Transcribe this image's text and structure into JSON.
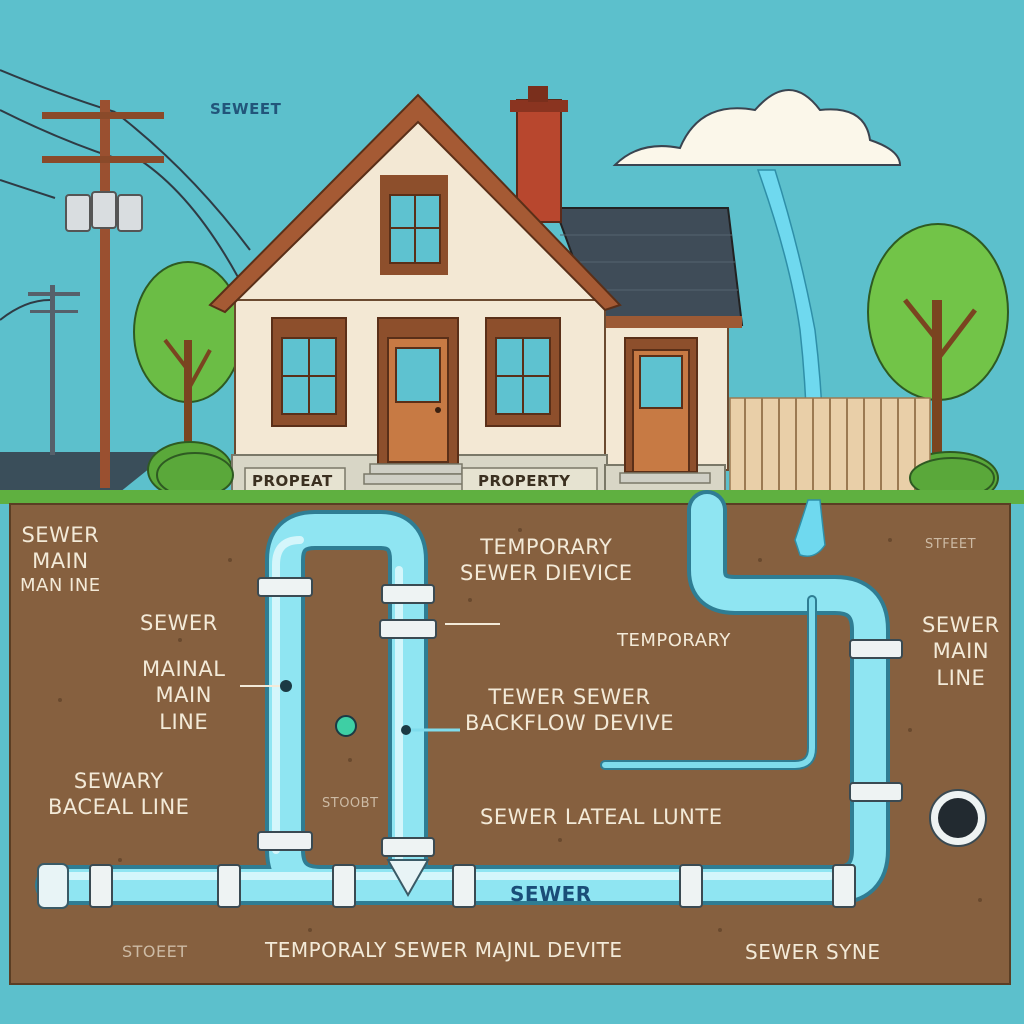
{
  "labels": {
    "sky_street": "SEWEET",
    "sign_left": "PROPEAT",
    "sign_right": "PROPERTY",
    "sewer_main_left": [
      "SEWER",
      "MAIN",
      "MAN INE"
    ],
    "sewer_left": "SEWER",
    "mainal_line": [
      "MAINAL",
      "MAIN",
      "LINE"
    ],
    "sewary_line": [
      "SEWARY",
      "BACEAL LINE"
    ],
    "temp_sewer_device": [
      "TEMPORARY",
      "SEWER DIEVICE"
    ],
    "temporary": "TEMPORARY",
    "backflow": [
      "TEWER SEWER",
      "BACKFLOW DEVIVE"
    ],
    "lateral": "SEWER LATEAL LUNTE",
    "sewer_main_right": [
      "SEWER",
      "MAIN",
      "LINE"
    ],
    "stfeet_right": "STFEET",
    "stoobt_small": "STOOBT",
    "pipe_label": "SEWER",
    "bottom_left": "STOEET",
    "bottom_center": "TEMPORALY SEWER MAJNL DEVITE",
    "bottom_right": "SEWER SYNE"
  }
}
